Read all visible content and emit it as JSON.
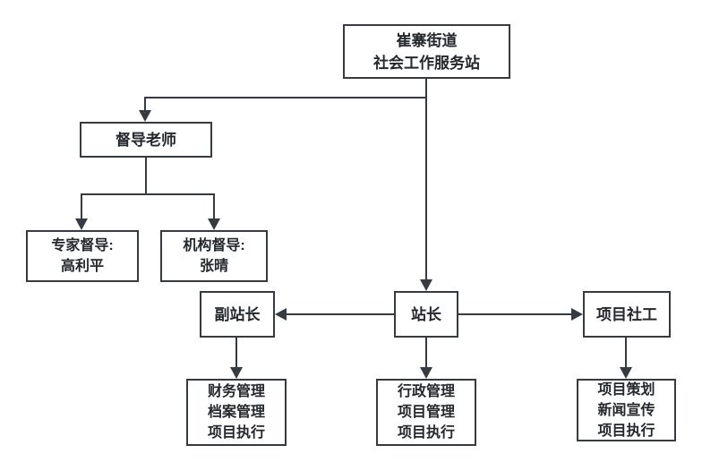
{
  "diagram": {
    "colors": {
      "line": "#363b42",
      "text": "#24282d",
      "background": "#ffffff"
    },
    "nodes": {
      "root": {
        "line1": "崔寨街道",
        "line2": "社会工作服务站"
      },
      "supervisor": {
        "label": "督导老师"
      },
      "expert": {
        "line1": "专家督导:",
        "line2": "高利平"
      },
      "agency": {
        "line1": "机构督导:",
        "line2": "张晴"
      },
      "deputy": {
        "label": "副站长"
      },
      "chief": {
        "label": "站长"
      },
      "worker": {
        "label": "项目社工"
      },
      "deputy_duties": {
        "line1": "财务管理",
        "line2": "档案管理",
        "line3": "项目执行"
      },
      "chief_duties": {
        "line1": "行政管理",
        "line2": "项目管理",
        "line3": "项目执行"
      },
      "worker_duties": {
        "line1": "项目策划",
        "line2": "新闻宣传",
        "line3": "项目执行"
      }
    }
  }
}
